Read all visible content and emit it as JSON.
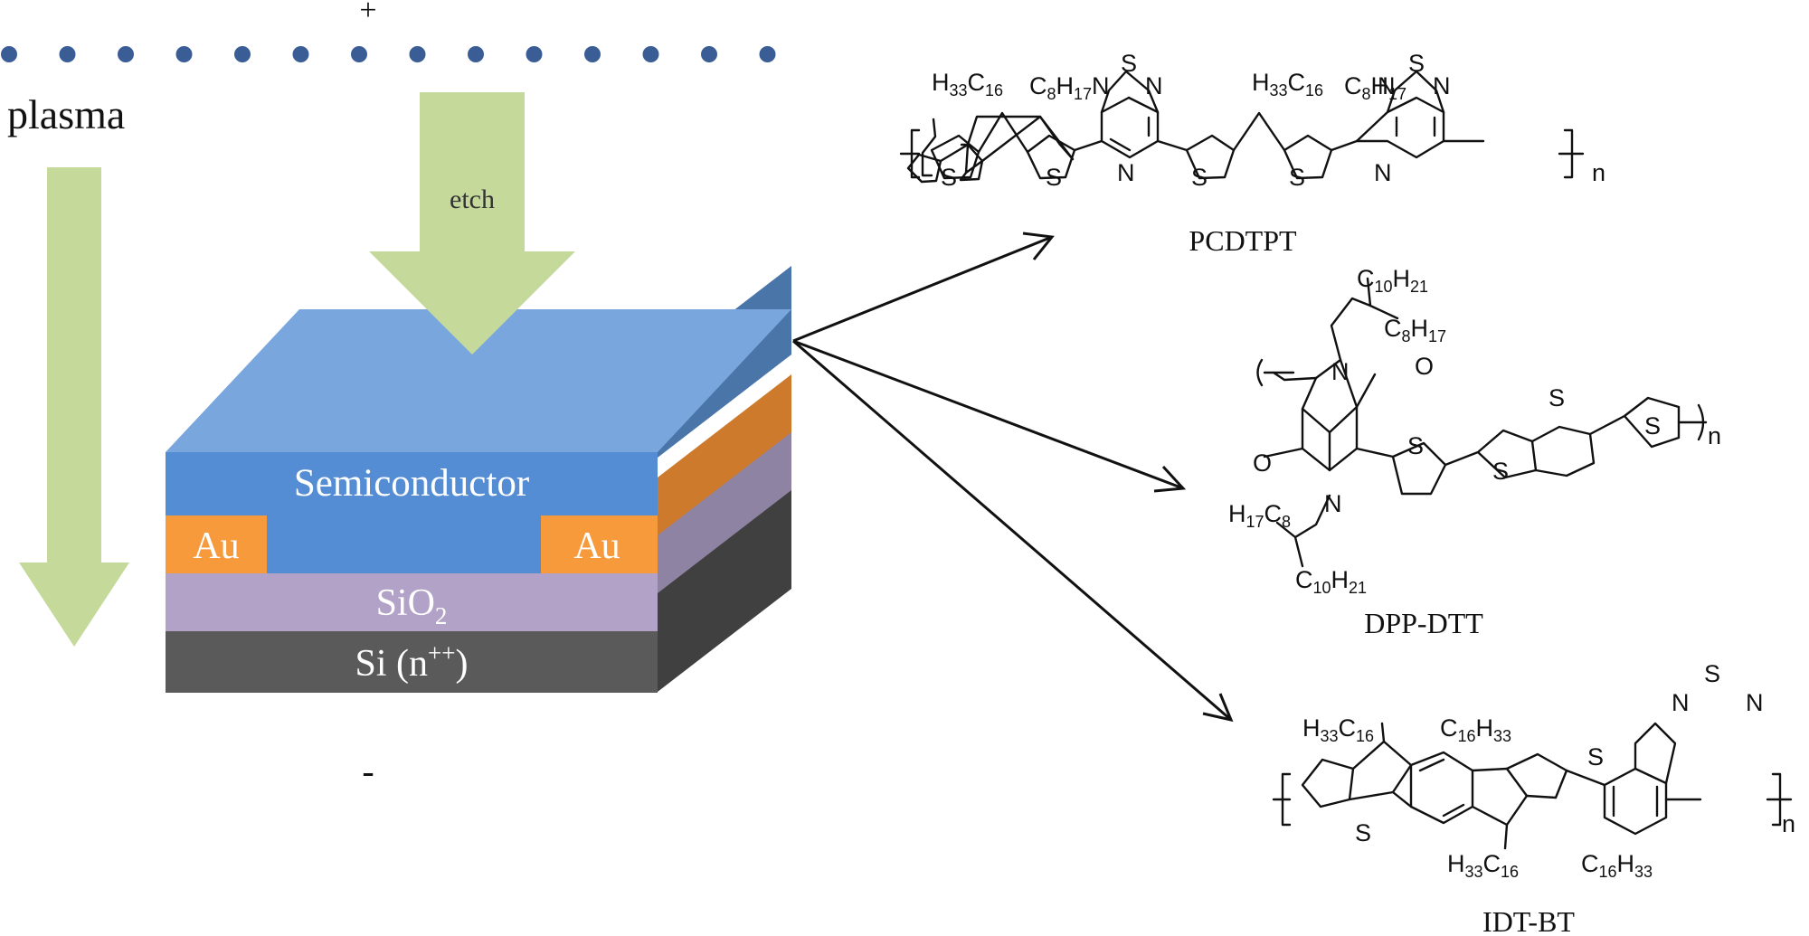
{
  "charges": {
    "positive": "+",
    "negative": "-"
  },
  "plasma_label": "plasma",
  "etch_label": "etch",
  "device": {
    "semiconductor": "Semiconductor",
    "electrode_left": "Au",
    "electrode_right": "Au",
    "oxide": "SiO",
    "oxide_subscript": "2",
    "substrate": "Si (n",
    "substrate_superscript": "++",
    "substrate_close": ")"
  },
  "molecules": [
    {
      "name": "PCDTPT"
    },
    {
      "name": "DPP-DTT"
    },
    {
      "name": "IDT-BT"
    }
  ],
  "chem_labels": {
    "S": "S",
    "N": "N",
    "O": "O",
    "n": "n",
    "H": "H",
    "C": "C",
    "h33": "33",
    "c16": "16",
    "c8": "8",
    "h17": "17",
    "c10": "10",
    "h21": "21"
  },
  "colors": {
    "ion_dot": "#3a5d95",
    "arrow_green": "#c5d99b",
    "semiconductor_front": "#548dd4",
    "semiconductor_top": "#79a6dd",
    "semiconductor_side": "#4a75a9",
    "gold_front": "#f79a3c",
    "gold_side": "#cd7a2c",
    "oxide_front": "#b2a2c7",
    "oxide_side": "#8f83a3",
    "silicon_front": "#5a5a5a",
    "silicon_side": "#404040"
  }
}
